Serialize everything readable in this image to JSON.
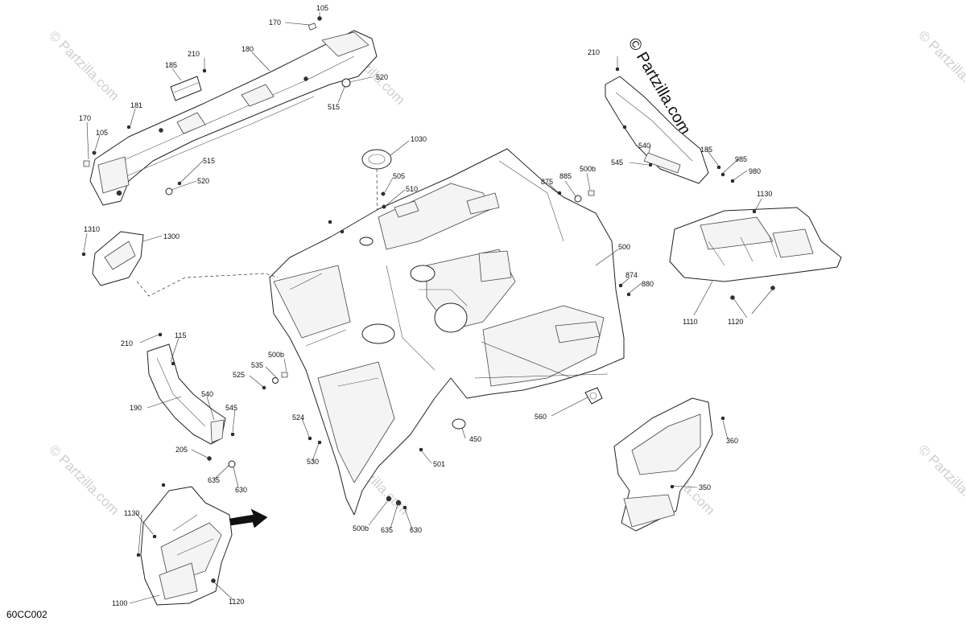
{
  "figure_id": "60CC002",
  "copyright": "© Partzilla.com",
  "watermark_text": "© Partzilla.com",
  "callouts": {
    "c105a": "105",
    "c170a": "170",
    "c210a": "210",
    "c180": "180",
    "c185": "185",
    "c520a": "520",
    "c515a": "515",
    "c181": "181",
    "c170b": "170",
    "c105b": "105",
    "c515b": "515",
    "c520b": "520",
    "c1030": "1030",
    "c505": "505",
    "c510": "510",
    "c875": "875",
    "c885": "885",
    "c500b_top": "500b",
    "c210b": "210",
    "c540a": "540",
    "c545a": "545",
    "c185b": "185",
    "c985": "985",
    "c980": "980",
    "c1130a": "1130",
    "c1310": "1310",
    "c1300": "1300",
    "c500": "500",
    "c874": "874",
    "c880": "880",
    "c1110": "1110",
    "c1120a": "1120",
    "c210c": "210",
    "c115": "115",
    "c500b_mid": "500b",
    "c535": "535",
    "c525": "525",
    "c190": "190",
    "c540b": "540",
    "c545b": "545",
    "c524": "524",
    "c530": "530",
    "c450": "450",
    "c501": "501",
    "c560": "560",
    "c360": "360",
    "c205": "205",
    "c635a": "635",
    "c630a": "630",
    "c350": "350",
    "c1130b": "1130",
    "c500b_bot": "500b",
    "c635b": "635",
    "c630b": "630",
    "c1100": "1100",
    "c1120b": "1120"
  }
}
